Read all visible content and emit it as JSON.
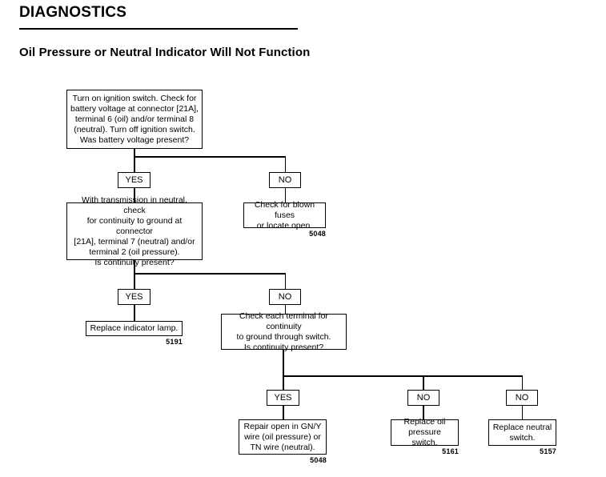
{
  "header": {
    "title": "DIAGNOSTICS",
    "subtitle": "Oil Pressure or Neutral Indicator Will Not Function"
  },
  "flowchart": {
    "type": "decision-flowchart",
    "nodes": [
      {
        "id": "q1",
        "kind": "decision",
        "text": "Turn on ignition switch. Check for\nbattery voltage at connector [21A],\nterminal 6 (oil) and/or terminal 8\n(neutral). Turn off ignition switch.\nWas battery voltage present?"
      },
      {
        "id": "q1-yes",
        "kind": "branch-label",
        "text": "YES"
      },
      {
        "id": "q1-no",
        "kind": "branch-label",
        "text": "NO"
      },
      {
        "id": "q2",
        "kind": "decision",
        "text": "With transmission in neutral, check\nfor continuity to ground at connector\n[21A], terminal 7 (neutral) and/or\nterminal 2 (oil pressure).\nIs continuity present?"
      },
      {
        "id": "a-fuses",
        "kind": "action",
        "text": "Check for blown fuses\nor locate open.",
        "ref": "5048"
      },
      {
        "id": "q2-yes",
        "kind": "branch-label",
        "text": "YES"
      },
      {
        "id": "q2-no",
        "kind": "branch-label",
        "text": "NO"
      },
      {
        "id": "a-lamp",
        "kind": "action",
        "text": "Replace indicator lamp.",
        "ref": "5191"
      },
      {
        "id": "q3",
        "kind": "decision",
        "text": "Check each terminal for continuity\nto ground through switch.\nIs continuity present?"
      },
      {
        "id": "q3-yes",
        "kind": "branch-label",
        "text": "YES"
      },
      {
        "id": "q3-no-1",
        "kind": "branch-label",
        "text": "NO"
      },
      {
        "id": "q3-no-2",
        "kind": "branch-label",
        "text": "NO"
      },
      {
        "id": "a-repair",
        "kind": "action",
        "text": "Repair open in GN/Y\nwire (oil pressure) or\nTN wire (neutral).",
        "ref": "5048"
      },
      {
        "id": "a-oil-switch",
        "kind": "action",
        "text": "Replace oil\npressure switch.",
        "ref": "5161"
      },
      {
        "id": "a-neutral-switch",
        "kind": "action",
        "text": "Replace neutral\nswitch.",
        "ref": "5157"
      }
    ],
    "refs": {
      "fuses": "5048",
      "lamp": "5191",
      "repair": "5048",
      "oil_switch": "5161",
      "neutral_switch": "5157"
    }
  },
  "colors": {
    "ink": "#000000",
    "paper": "#ffffff"
  }
}
